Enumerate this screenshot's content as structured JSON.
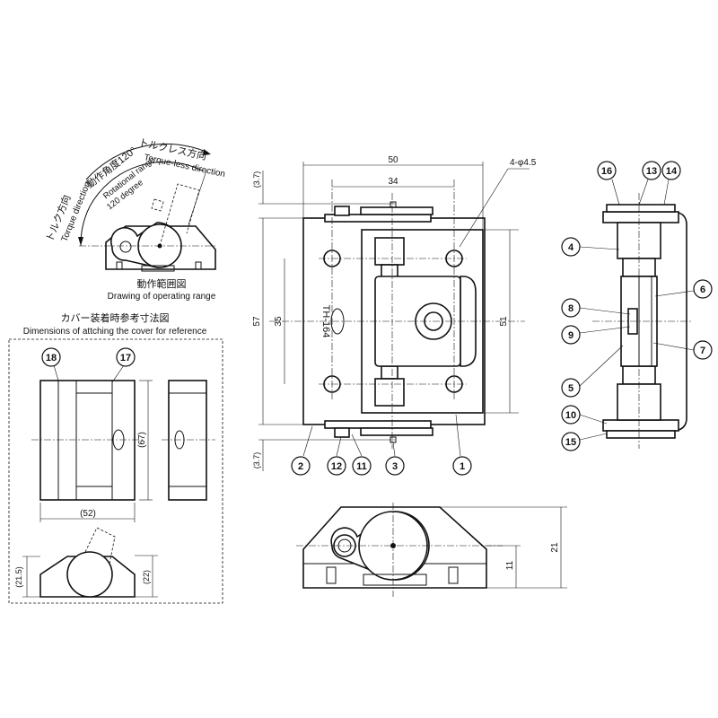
{
  "operating_range": {
    "torque_less_jp": "トルクレス方向",
    "torque_less_en": "Torque-less direction",
    "angle_jp": "動作角度120°",
    "rot_range_en_1": "Rotational range",
    "rot_range_en_2": "120 degree",
    "torque_jp": "トルク方向",
    "torque_en": "Torque direction",
    "caption_jp": "動作範囲図",
    "caption_en": "Drawing of operating range"
  },
  "cover": {
    "title_jp": "カバー装着時参考寸法図",
    "title_en": "Dimensions of attching the cover for reference",
    "dim_height": "(67)",
    "dim_width": "(52)",
    "dim_left": "(21.5)",
    "dim_right": "(22)",
    "balloons": [
      "18",
      "17"
    ]
  },
  "front": {
    "dim_50": "50",
    "dim_34": "34",
    "dim_57": "57",
    "dim_35": "35",
    "dim_51": "51",
    "dim_37_top": "(3.7)",
    "dim_37_bottom": "(3.7)",
    "hole_note": "4-φ4.5",
    "model": "TH-164",
    "balloons": [
      "2",
      "12",
      "11",
      "3",
      "1"
    ]
  },
  "side": {
    "balloons": [
      "16",
      "13",
      "14",
      "4",
      "6",
      "8",
      "9",
      "7",
      "5",
      "10",
      "15"
    ]
  },
  "bottom": {
    "dim_11": "11",
    "dim_21": "21"
  }
}
